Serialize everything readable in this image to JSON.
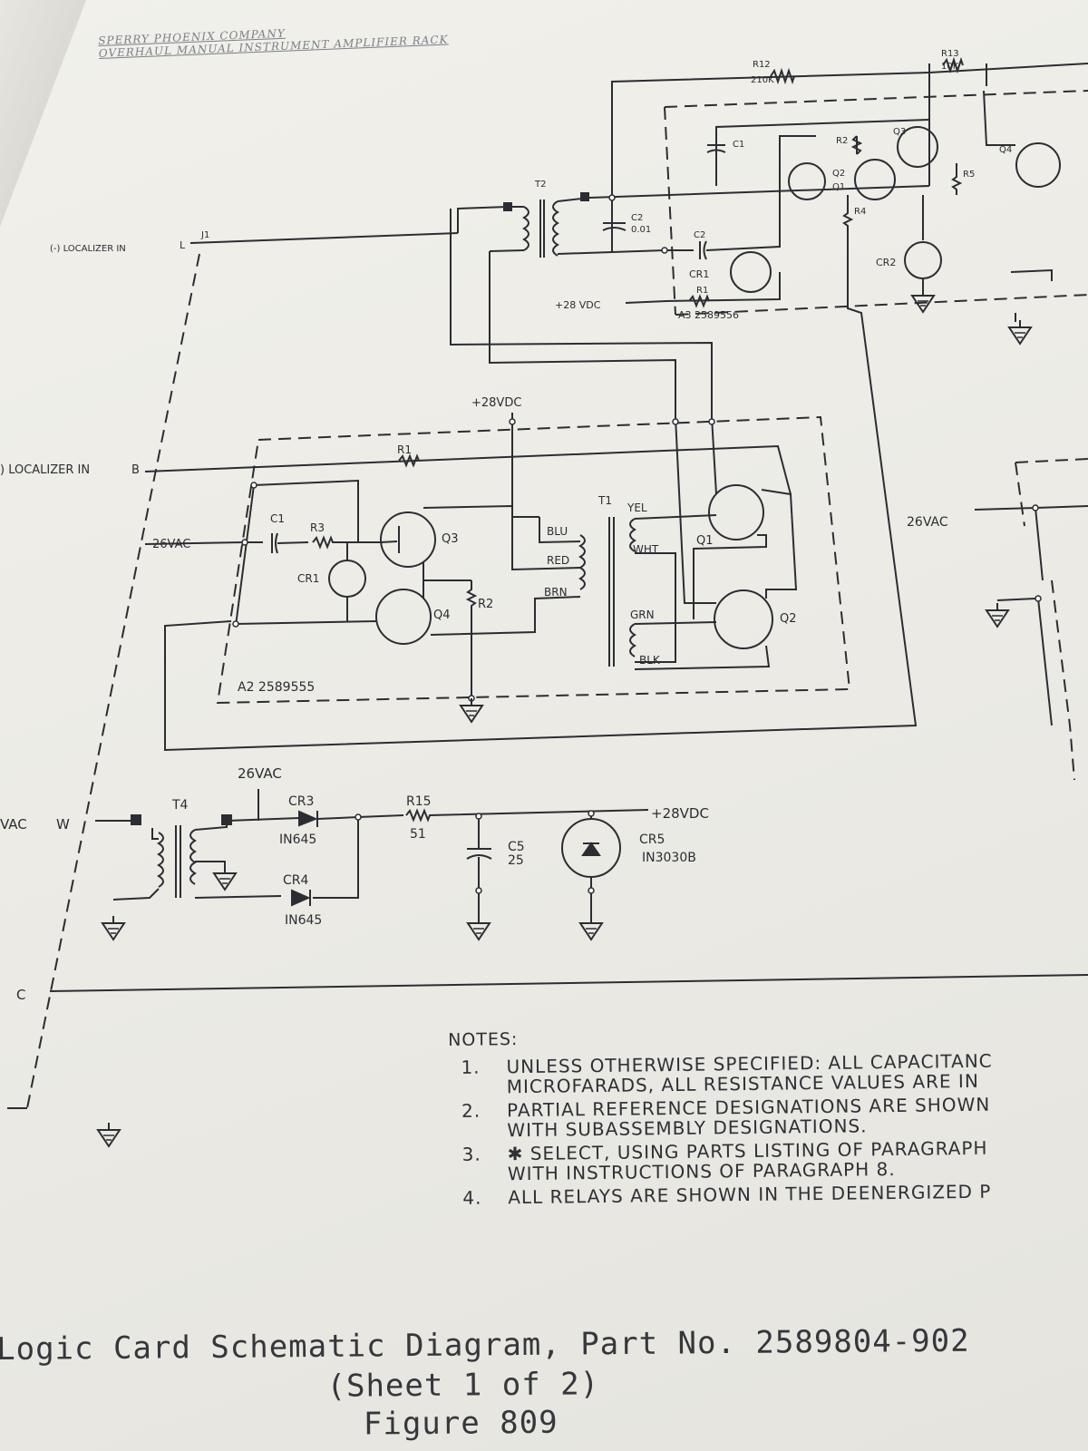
{
  "header": {
    "company": "SPERRY PHOENIX COMPANY",
    "subtitle": "OVERHAUL MANUAL INSTRUMENT AMPLIFIER RACK"
  },
  "connectors": {
    "loc_in_l": "(-) LOCALIZER IN",
    "loc_in_l_pin": "L",
    "j1": "J1",
    "loc_in_b": ") LOCALIZER IN",
    "loc_in_b_pin": "B",
    "vac_w": "VAC",
    "vac_w_pin": "W",
    "c_pin": "C"
  },
  "a3": {
    "label": "A3  2589556",
    "t2": "T2",
    "r12": "R12",
    "r12_val": "210K",
    "r13": "R13",
    "r13_val": "10K",
    "c1": "C1",
    "c2a": "C2",
    "c2a_val": "0.01",
    "c2b": "C2",
    "cr1": "CR1",
    "cr2": "CR2",
    "r1": "R1",
    "r2": "R2",
    "r4": "R4",
    "r5": "R5",
    "q1": "Q1",
    "q2": "Q2",
    "q3": "Q3",
    "q4": "Q4",
    "supply": "+28 VDC"
  },
  "a2": {
    "label": "A2  2589555",
    "supply": "+28VDC",
    "vac": "26VAC",
    "t1": "T1",
    "r1": "R1",
    "r2": "R2",
    "r3": "R3",
    "c1": "C1",
    "cr1": "CR1",
    "q1": "Q1",
    "q2": "Q2",
    "q3": "Q3",
    "q4": "Q4",
    "leads": [
      "YEL",
      "WHT",
      "GRN",
      "BLK",
      "BLU",
      "RED",
      "BRN"
    ]
  },
  "right_block": {
    "vac": "26VAC"
  },
  "power": {
    "t4": "T4",
    "vac": "26VAC",
    "cr3": "CR3",
    "cr3_part": "IN645",
    "cr4": "CR4",
    "cr4_part": "IN645",
    "r15": "R15",
    "r15_val": "51",
    "c5": "C5",
    "c5_val": "25",
    "cr5": "CR5",
    "cr5_part": "IN3030B",
    "supply": "+28VDC"
  },
  "notes": {
    "heading": "NOTES:",
    "items": [
      {
        "num": "1.",
        "text": "UNLESS OTHERWISE SPECIFIED: ALL CAPACITANC",
        "text2": "MICROFARADS, ALL RESISTANCE VALUES ARE IN"
      },
      {
        "num": "2.",
        "text": "PARTIAL REFERENCE DESIGNATIONS ARE SHOWN",
        "text2": "WITH SUBASSEMBLY DESIGNATIONS."
      },
      {
        "num": "3.",
        "text": "✱ SELECT, USING PARTS LISTING OF PARAGRAPH",
        "text2": "WITH INSTRUCTIONS OF PARAGRAPH 8."
      },
      {
        "num": "4.",
        "text": "ALL RELAYS ARE SHOWN IN THE DEENERGIZED P",
        "text2": ""
      }
    ]
  },
  "caption": {
    "line1": "Logic Card Schematic Diagram, Part No. 2589804-902",
    "line2": "(Sheet 1 of 2)",
    "line3": "Figure 809"
  }
}
